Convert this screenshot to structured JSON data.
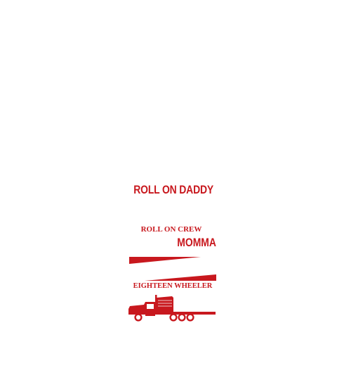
{
  "design": {
    "title": "ROLL ON DADDY",
    "crew": "ROLL ON CREW",
    "momma": "MOMMA",
    "eighteen": "EIGHTEEN WHEELER"
  },
  "colors": {
    "accent": "#c8181e",
    "background": "#ffffff"
  },
  "icons": {
    "truck": "semi-truck-icon",
    "wedges": "stripe-wedges"
  }
}
